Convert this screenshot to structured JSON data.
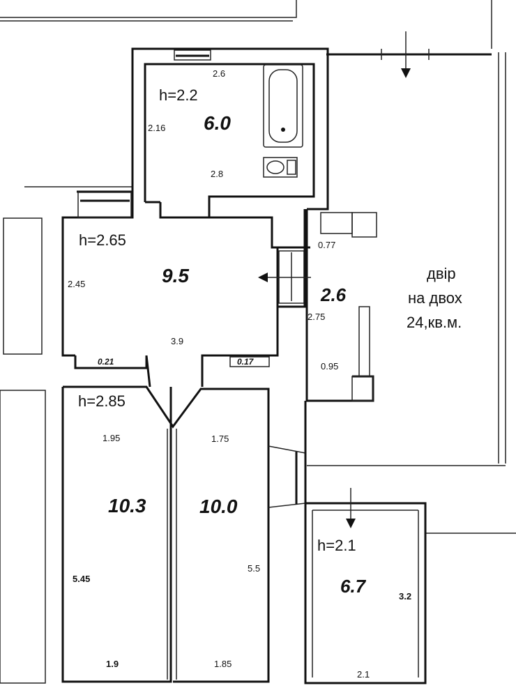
{
  "rooms": {
    "bathroom": {
      "height": "h=2.2",
      "area": "6.0",
      "width_top": "2.6",
      "side": "2.16",
      "width_bottom": "2.8"
    },
    "hall": {
      "height": "h=2.65",
      "area": "9.5",
      "side": "2.45",
      "width": "3.9"
    },
    "corridor": {
      "area": "2.6",
      "side": "2.75",
      "top_dim": "0.77",
      "bottom_dim": "0.95"
    },
    "room_left": {
      "height": "h=2.85",
      "area": "10.3",
      "top_dim": "1.95",
      "side": "5.45",
      "bottom_dim": "1.9"
    },
    "room_mid": {
      "area": "10.0",
      "top_dim": "1.75",
      "side": "5.5",
      "bottom_dim": "1.85"
    },
    "room_right": {
      "height": "h=2.1",
      "area": "6.7",
      "side": "3.2",
      "bottom_dim": "2.1"
    }
  },
  "sills": {
    "left": "0.21",
    "right": "0.17"
  },
  "yard": {
    "line1": "двір",
    "line2": "на двох",
    "line3": "24,кв.м."
  }
}
